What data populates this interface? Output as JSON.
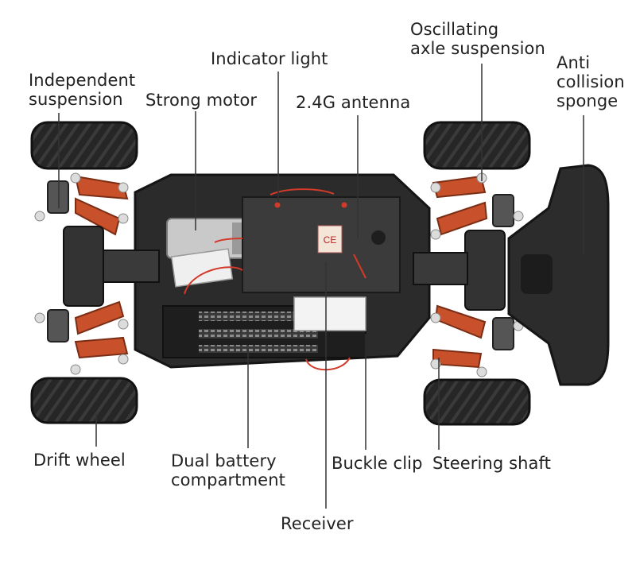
{
  "labels": {
    "independent_suspension": "Independent\nsuspension",
    "strong_motor": "Strong motor",
    "indicator_light": "Indicator light",
    "antenna": "2.4G antenna",
    "oscillating_axle": "Oscillating\naxle suspension",
    "anti_collision": "Anti\ncollision\nsponge",
    "drift_wheel": "Drift wheel",
    "dual_battery": "Dual battery\ncompartment",
    "buckle_clip": "Buckle clip",
    "steering_shaft": "Steering shaft",
    "receiver": "Receiver"
  },
  "receiver_sticker": "CE",
  "colors": {
    "chassis": "#2a2a2a",
    "suspension_arm": "#c8502a",
    "tire": "#1f1f1f",
    "bumper": "#2e2e2e",
    "leader_line": "#333333",
    "wire_red": "#d23a2a"
  }
}
